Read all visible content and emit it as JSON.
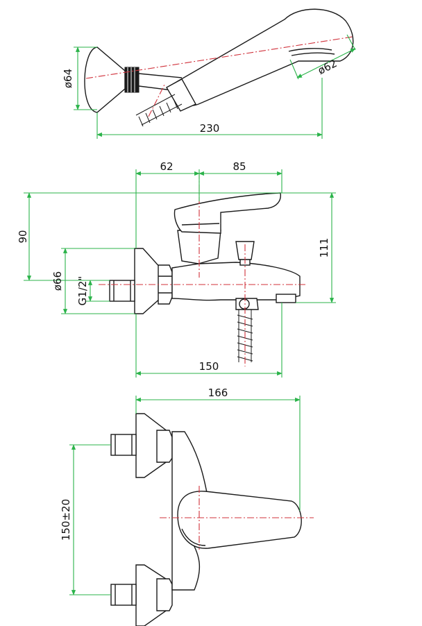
{
  "colors": {
    "dimension_line": "#2bb34a",
    "axis_line": "#d0303a",
    "outline": "#1a1a1a",
    "background": "#ffffff"
  },
  "top_view": {
    "dim_head_diameter": "ø64",
    "dim_shower_diameter": "ø62",
    "dim_length": "230"
  },
  "front_view": {
    "dim_left_to_axis": "62",
    "dim_axis_to_lever": "85",
    "dim_height_90": "90",
    "dim_height_111": "111",
    "dim_flange_diameter": "ø66",
    "dim_thread": "G1/2\"",
    "dim_width_150": "150"
  },
  "plan_view": {
    "dim_width_166": "166",
    "dim_centers": "150±20"
  }
}
